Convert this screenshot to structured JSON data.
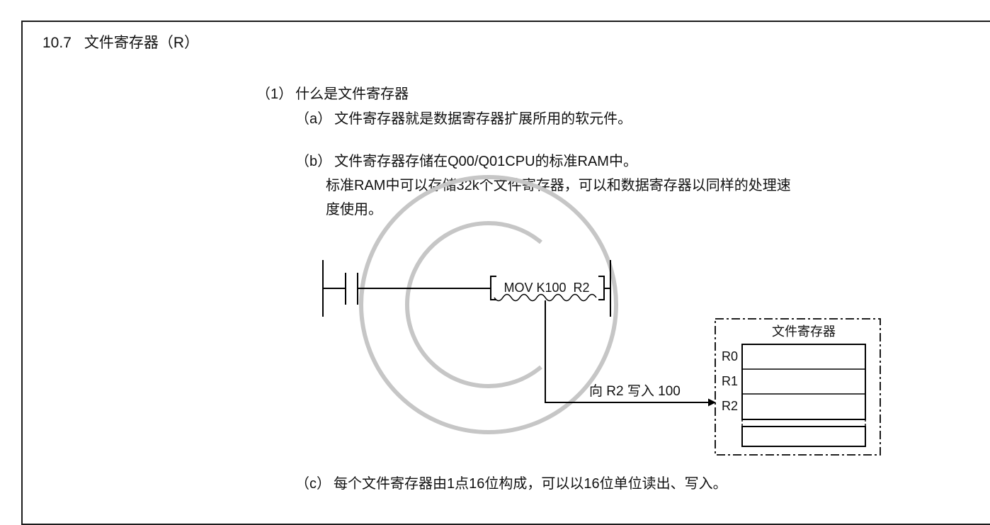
{
  "page": {
    "section_number": "10.7",
    "section_title": "文件寄存器（R）"
  },
  "body": {
    "item1_label": "（1）",
    "item1_title": "什么是文件寄存器",
    "a_label": "（a）",
    "a_text": "文件寄存器就是数据寄存器扩展所用的软元件。",
    "b_label": "（b）",
    "b_line1": "文件寄存器存储在Q00/Q01CPU的标准RAM中。",
    "b_line2": "标准RAM中可以存储32k个文件寄存器，可以和数据寄存器以同样的处理速",
    "b_line3": "度使用。",
    "c_label": "（c）",
    "c_text": "每个文件寄存器由1点16位构成，可以以16位单位读出、写入。"
  },
  "diagram": {
    "instruction_label": "MOV K100  R2",
    "write_arrow_label": "向 R2 写入 100",
    "file_register_title": "文件寄存器",
    "register_labels": [
      "R0",
      "R1",
      "R2"
    ]
  },
  "colors": {
    "text": "#111111",
    "line": "#000000",
    "watermark": "#c6c6c6",
    "page_border": "#1c1c1c"
  }
}
